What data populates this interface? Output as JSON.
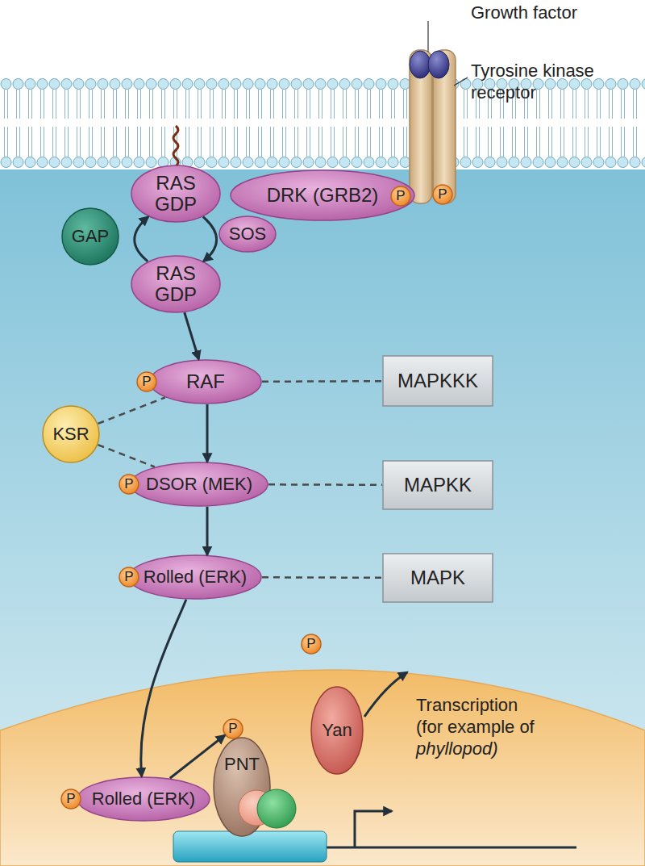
{
  "diagram": {
    "nodes": [
      {
        "text": [
          "RAS GDP"
        ]
      },
      {
        "text": [
          "DRK (GRB2)"
        ]
      },
      {
        "text": [
          "P"
        ]
      },
      {
        "text": [
          "P"
        ]
      },
      {
        "text": [
          "GAP"
        ]
      },
      {
        "text": [
          "SOS"
        ]
      },
      {
        "text": [
          "RAS GDP"
        ]
      },
      {
        "text": [
          "P"
        ]
      },
      {
        "text": [
          "RAF"
        ]
      },
      {
        "text": [
          "MAPKKK"
        ]
      },
      {
        "text": [
          "KSR"
        ]
      },
      {
        "text": [
          "P"
        ]
      },
      {
        "text": [
          "DSOR (MEK)"
        ]
      },
      {
        "text": [
          "MAPKK"
        ]
      },
      {
        "text": [
          "P"
        ]
      },
      {
        "text": [
          "Rolled (ERK)"
        ]
      },
      {
        "text": [
          "MAPK"
        ]
      },
      {
        "text": [
          "P"
        ]
      },
      {
        "text": [
          "Yan"
        ]
      },
      {
        "text": [
          "P"
        ]
      },
      {
        "text": [
          "PNT"
        ]
      },
      {
        "text": [
          "P"
        ]
      },
      {
        "text": [
          "Rolled (ERK)"
        ]
      }
    ],
    "edges": [
      {
        "from": 0,
        "to": 6,
        "arrow": "to"
      },
      {
        "from": 6,
        "to": 0,
        "arrow": "to"
      },
      {
        "from": 6,
        "to": 8,
        "arrow": "to"
      },
      {
        "from": 8,
        "to": 12,
        "arrow": "to"
      },
      {
        "from": 12,
        "to": 15,
        "arrow": "to"
      },
      {
        "from": 15,
        "to": 22,
        "arrow": "to"
      },
      {
        "from": 22,
        "to": 19,
        "arrow": "to"
      },
      {
        "from": 8,
        "to": 9,
        "arrow": "none"
      },
      {
        "from": 12,
        "to": 13,
        "arrow": "none"
      },
      {
        "from": 15,
        "to": 16,
        "arrow": "none"
      },
      {
        "from": 10,
        "to": 8,
        "arrow": "none"
      },
      {
        "from": 10,
        "to": 12,
        "arrow": "none"
      }
    ],
    "labels": [
      "Growth factor",
      "Tyrosine kinase receptor",
      "Transcription (for example of",
      "phyllopod)"
    ]
  }
}
